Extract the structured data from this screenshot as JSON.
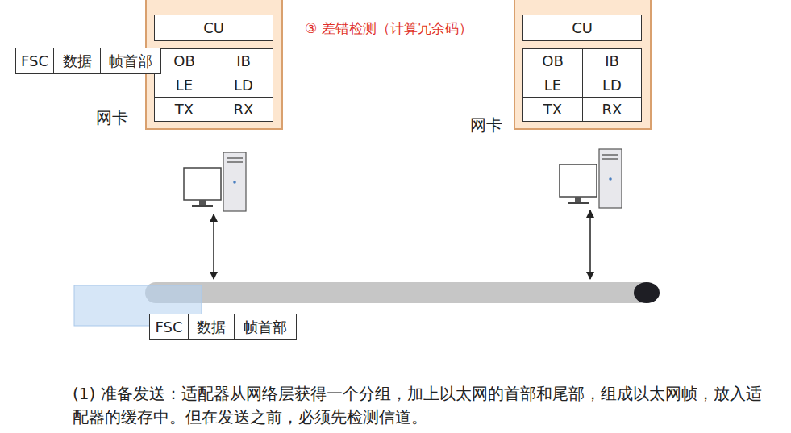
{
  "diagram": {
    "caption": "(1) 准备发送：适配器从网络层获得一个分组，加上以太网的首部和尾部，组成以太网帧，放入适配器的缓存中。但在发送之前，必须先检测信道。",
    "nodes": [
      {
        "text": [
          "网卡"
        ]
      },
      {
        "text": [
          "CU"
        ],
        "in": 0
      },
      {
        "text": [
          "OB"
        ],
        "in": 0
      },
      {
        "text": [
          "IB"
        ],
        "in": 0
      },
      {
        "text": [
          "LE"
        ],
        "in": 0
      },
      {
        "text": [
          "LD"
        ],
        "in": 0
      },
      {
        "text": [
          "TX"
        ],
        "in": 0
      },
      {
        "text": [
          "RX"
        ],
        "in": 0
      },
      {
        "text": [
          "网卡"
        ]
      },
      {
        "text": [
          "CU"
        ],
        "in": 8
      },
      {
        "text": [
          "OB"
        ],
        "in": 8
      },
      {
        "text": [
          "IB"
        ],
        "in": 8
      },
      {
        "text": [
          "LE"
        ],
        "in": 8
      },
      {
        "text": [
          "LD"
        ],
        "in": 8
      },
      {
        "text": [
          "TX"
        ],
        "in": 8
      },
      {
        "text": [
          "RX"
        ],
        "in": 8
      },
      {
        "text": [
          "FSC"
        ]
      },
      {
        "text": [
          "数据"
        ]
      },
      {
        "text": [
          "帧首部"
        ]
      },
      {
        "text": [
          "FSC"
        ]
      },
      {
        "text": [
          "数据"
        ]
      },
      {
        "text": [
          "帧首部"
        ]
      }
    ],
    "labels": [
      "③ 差错检测（计算冗余码）"
    ]
  }
}
